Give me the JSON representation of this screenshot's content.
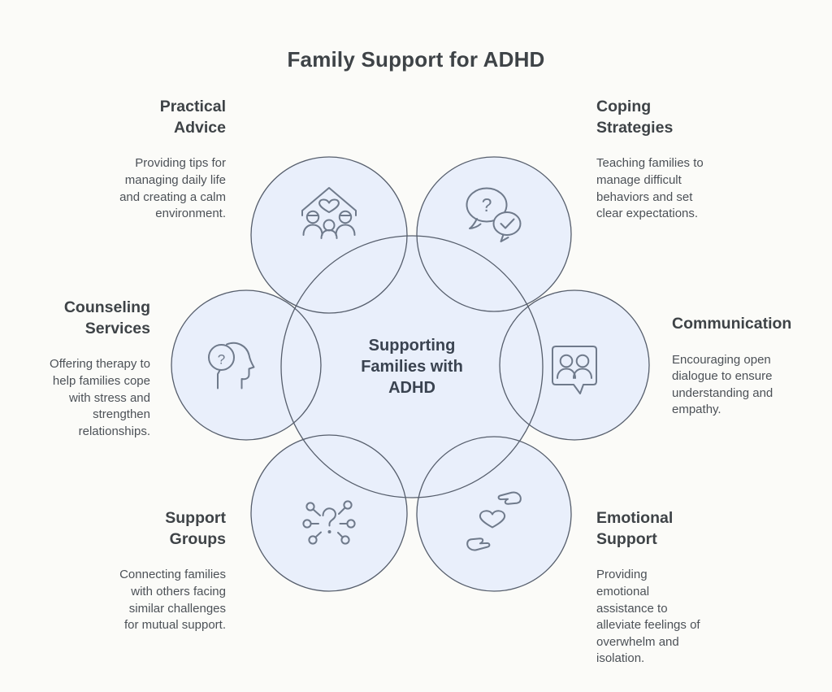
{
  "title": "Family Support for ADHD",
  "center": {
    "label": "Supporting Families with ADHD"
  },
  "glyphs": {
    "question_mark": "?"
  },
  "nodes": [
    {
      "id": "practical-advice",
      "title": "Practical Advice",
      "description": "Providing tips for managing daily life and creating a calm environment.",
      "icon": "family-home-heart-icon"
    },
    {
      "id": "coping-strategies",
      "title": "Coping Strategies",
      "description": "Teaching families to manage difficult behaviors and set clear expectations.",
      "icon": "question-check-chat-bubbles-icon"
    },
    {
      "id": "counseling-services",
      "title": "Counseling Services",
      "description": "Offering therapy to help families cope with stress and strengthen relationships.",
      "icon": "head-question-icon"
    },
    {
      "id": "communication",
      "title": "Communication",
      "description": "Encouraging open dialogue to ensure understanding and empathy.",
      "icon": "people-speech-bubble-icon"
    },
    {
      "id": "support-groups",
      "title": "Support Groups",
      "description": "Connecting families with others facing similar challenges for mutual support.",
      "icon": "network-question-icon"
    },
    {
      "id": "emotional-support",
      "title": "Emotional Support",
      "description": "Providing emotional assistance to alleviate feelings of overwhelm and isolation.",
      "icon": "hands-holding-heart-icon"
    }
  ],
  "colors": {
    "background": "#fbfbf8",
    "circle_fill": "#e9effb",
    "circle_stroke": "#565e6c",
    "icon_stroke": "#6f7a8b",
    "heading": "#3e4347",
    "body": "#4c5157",
    "center_text": "#3a4350"
  }
}
